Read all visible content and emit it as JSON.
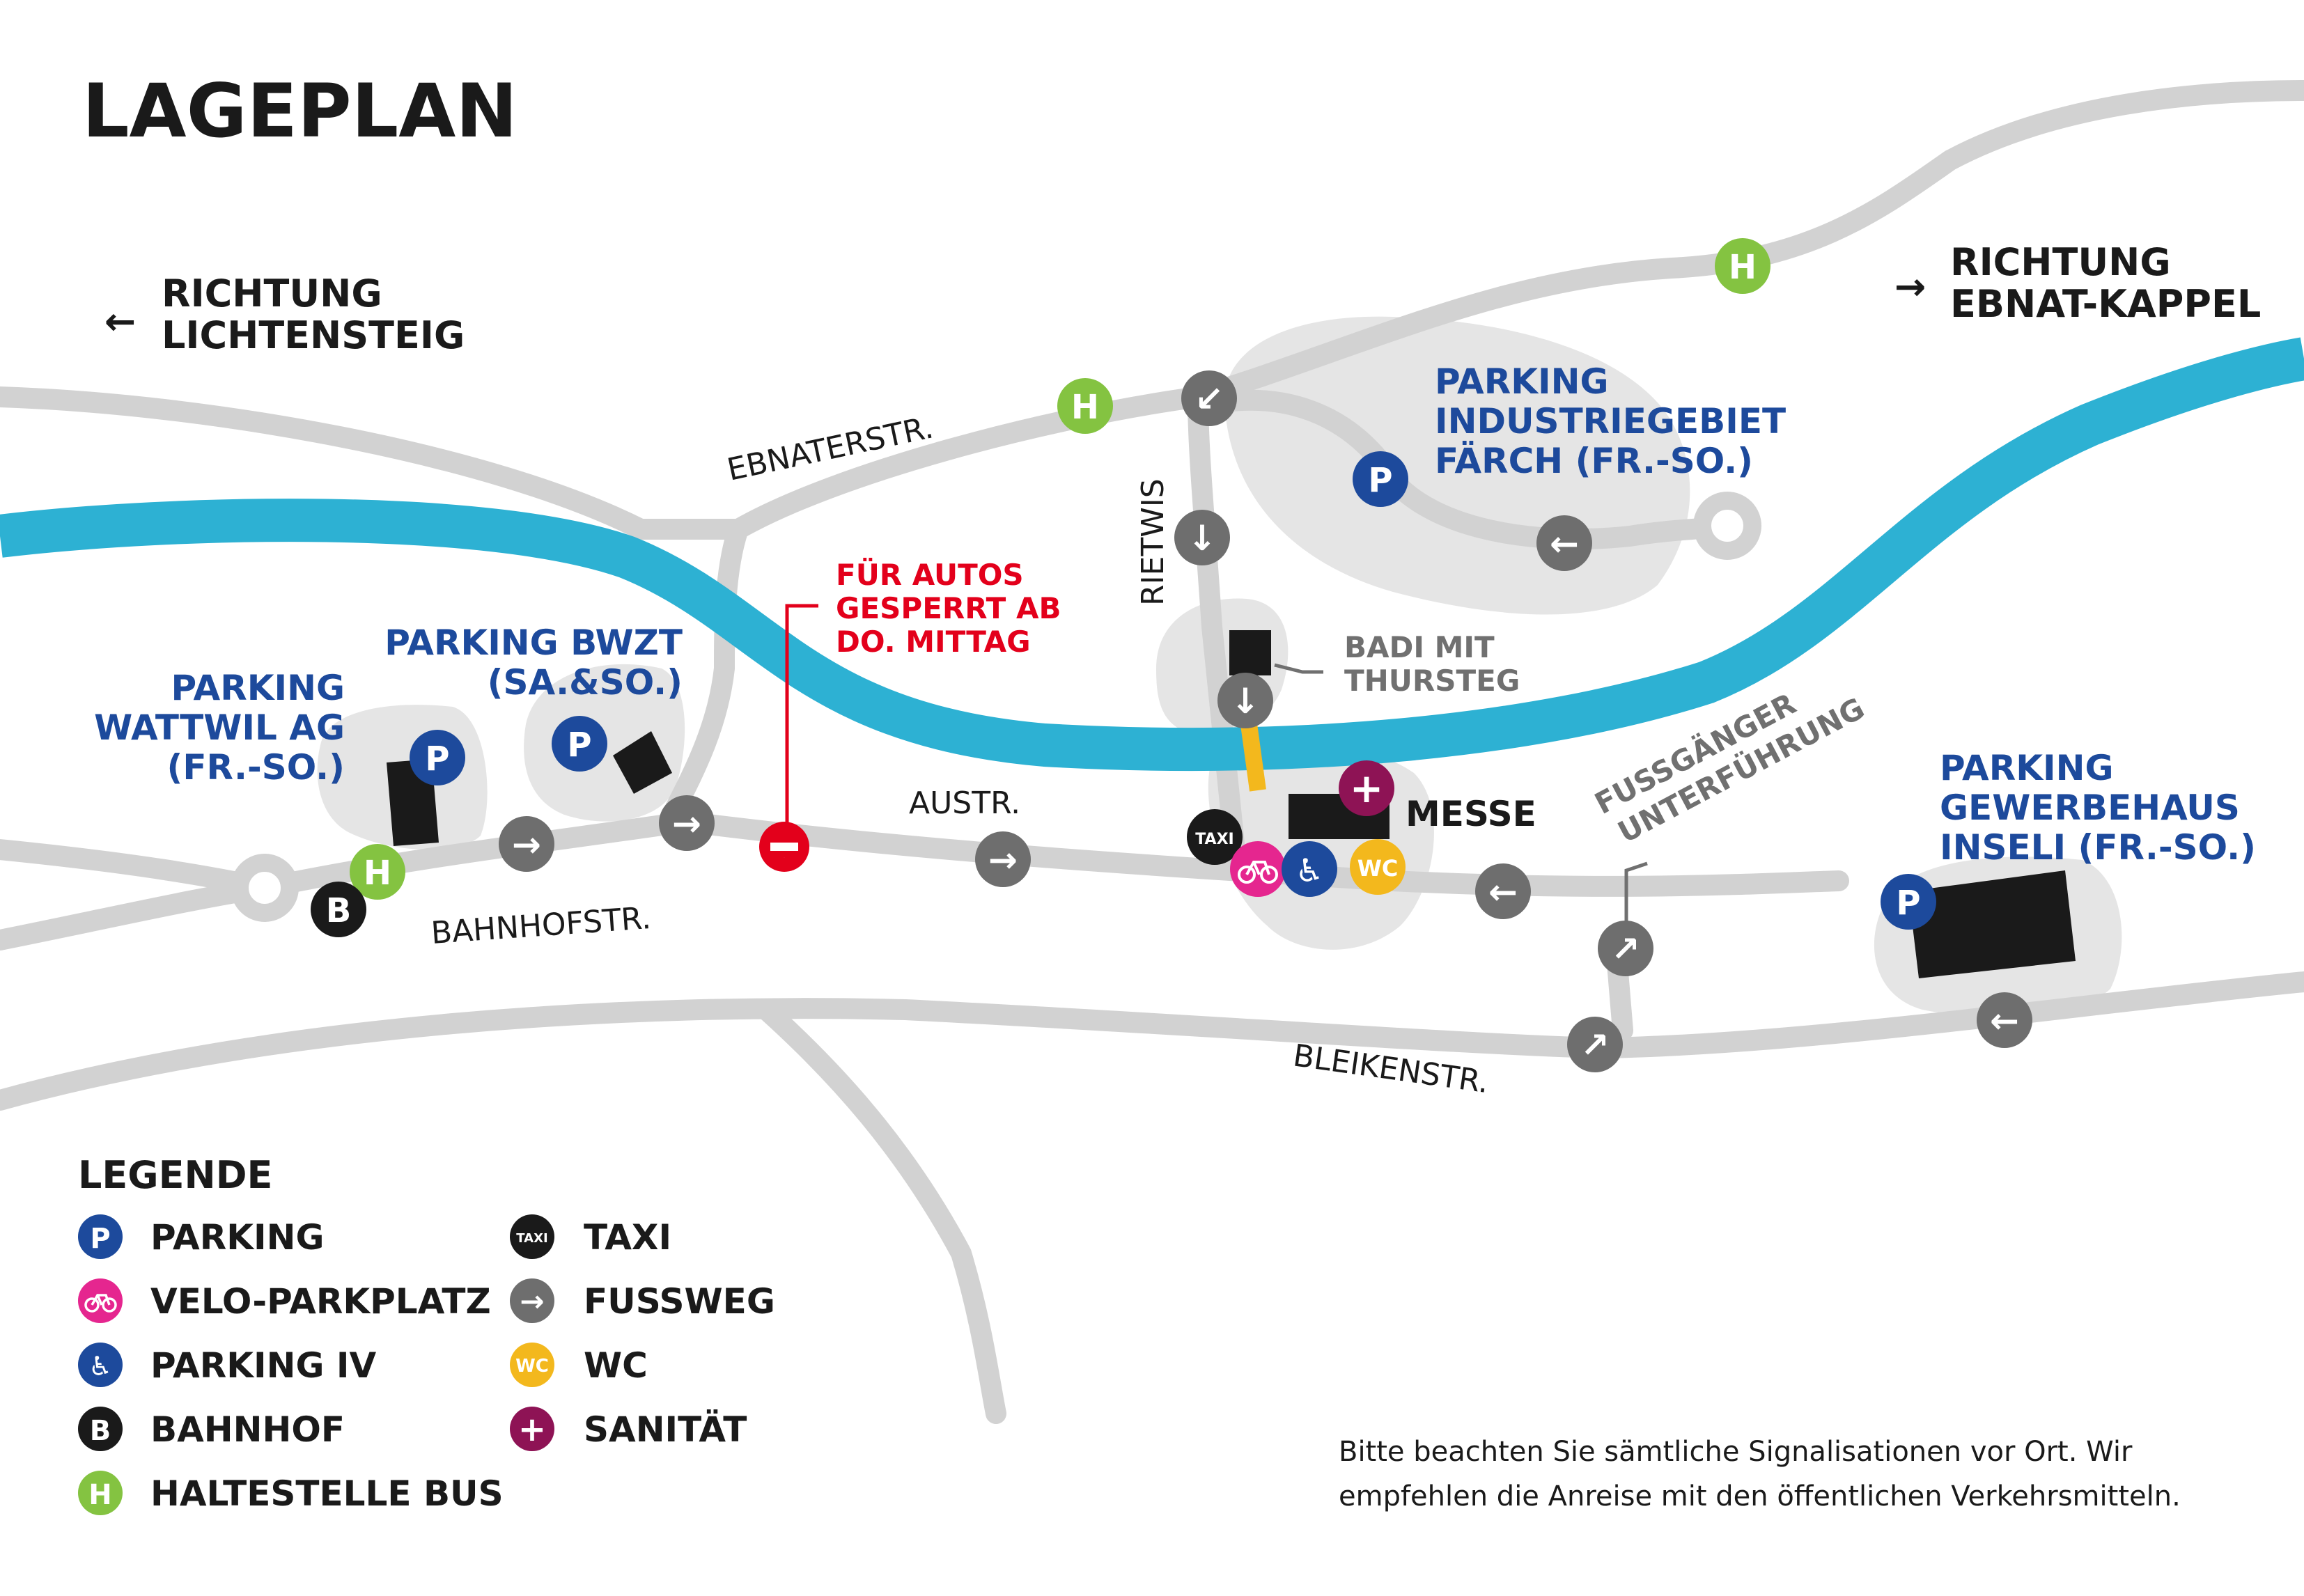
{
  "title": "LAGEPLAN",
  "directions": {
    "west": {
      "arrow": "←",
      "line1": "RICHTUNG",
      "line2": "LICHTENSTEIG"
    },
    "east": {
      "arrow": "→",
      "line1": "RICHTUNG",
      "line2": "EBNAT-KAPPEL"
    }
  },
  "parkings": {
    "wattwil": {
      "line1": "PARKING",
      "line2": "WATTWIL AG",
      "line3": "(FR.-SO.)"
    },
    "bwzt": {
      "line1": "PARKING BWZT",
      "line2": "(SA.&SO.)"
    },
    "faerch": {
      "line1": "PARKING",
      "line2": "INDUSTRIEGEBIET",
      "line3": "FÄRCH (FR.-SO.)"
    },
    "inseli": {
      "line1": "PARKING",
      "line2": "GEWERBEHAUS",
      "line3": "INSELI (FR.-SO.)"
    }
  },
  "streets": {
    "ebnaterstr": "EBNATERSTR.",
    "rietwis": "RIETWIS",
    "austr": "AUSTR.",
    "bahnhofstr": "BAHNHOFSTR.",
    "bleikenstr": "BLEIKENSTR."
  },
  "labels": {
    "closed_line1": "FÜR AUTOS",
    "closed_line2": "GESPERRT AB",
    "closed_line3": "DO. MITTAG",
    "badi_line1": "BADI MIT",
    "badi_line2": "THURSTEG",
    "underpass_line1": "FUSSGÄNGER",
    "underpass_line2": "UNTERFÜHRUNG",
    "messe": "MESSE"
  },
  "icons": {
    "parking": "P",
    "bus": "H",
    "bahnhof": "B",
    "taxi": "TAXI",
    "wc": "WC",
    "sanitaet": "+",
    "closed": "−",
    "arrow_right": "→",
    "arrow_left": "←",
    "arrow_down": "↓",
    "arrow_up": "↑",
    "arrow_down_left": "↙",
    "arrow_up_right": "↗",
    "bicycle": "bicycle-icon",
    "wheelchair": "♿"
  },
  "legend": {
    "heading": "LEGENDE",
    "items": [
      {
        "symbol": "P",
        "label": "PARKING"
      },
      {
        "symbol": "bicycle-icon",
        "label": "VELO-PARKPLATZ"
      },
      {
        "symbol": "♿",
        "label": "PARKING IV"
      },
      {
        "symbol": "B",
        "label": "BAHNHOF"
      },
      {
        "symbol": "H",
        "label": "HALTESTELLE BUS"
      },
      {
        "symbol": "TAXI",
        "label": "TAXI"
      },
      {
        "symbol": "→",
        "label": "FUSSWEG"
      },
      {
        "symbol": "WC",
        "label": "WC"
      },
      {
        "symbol": "+",
        "label": "SANITÄT"
      }
    ]
  },
  "note": {
    "line1": "Bitte beachten Sie sämtliche Signalisationen vor Ort. Wir",
    "line2": "empfehlen die Anreise mit den öffentlichen Verkehrsmitteln."
  },
  "colors": {
    "river": "#2db1d3",
    "road": "#d2d2d2",
    "area": "#e5e5e5",
    "parking": "#1d4a9c",
    "bus": "#84c341",
    "velo": "#e5268f",
    "wc": "#f3b81d",
    "sanitaet": "#8e1355",
    "walk": "#6e6e6e",
    "closed": "#e3001b",
    "dark": "#1a1a1a"
  }
}
